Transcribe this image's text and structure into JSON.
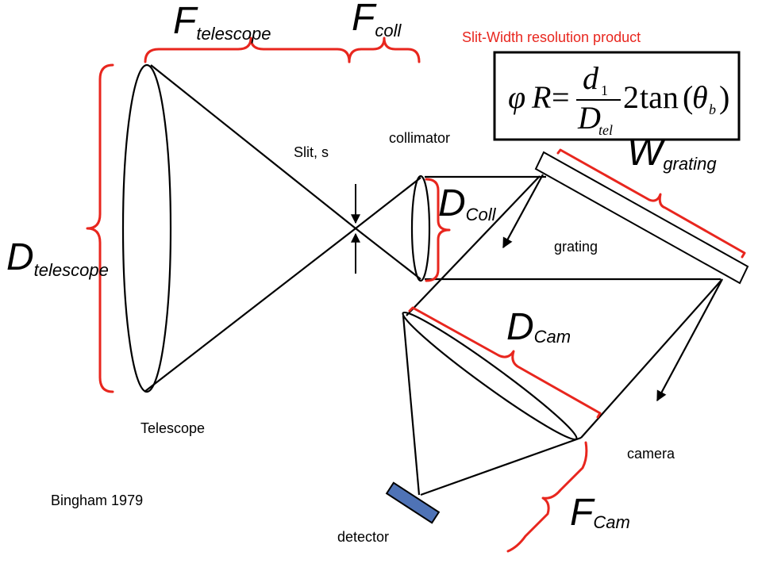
{
  "labels": {
    "slit": "Slit, s",
    "collimator": "collimator",
    "grating": "grating",
    "telescope": "Telescope",
    "camera": "camera",
    "citation": "Bingham 1979",
    "detector": "detector"
  },
  "formula": {
    "title": "Slit-Width resolution product",
    "phi": "φ",
    "R": "R",
    "equals": "=",
    "numerator": "d",
    "num_sub": "1",
    "denom_base": "D",
    "denom_sub": "tel",
    "factor": "2",
    "func": "tan",
    "open": "(",
    "theta": "θ",
    "theta_sub": "b",
    "close": ")"
  },
  "symbols": {
    "f_telescope": {
      "base": "F",
      "sub": "telescope"
    },
    "f_coll": {
      "base": "F",
      "sub": "coll"
    },
    "d_telescope": {
      "base": "D",
      "sub": "telescope"
    },
    "d_coll": {
      "base": "D",
      "sub": "Coll"
    },
    "w_grating": {
      "base": "W",
      "sub": "grating"
    },
    "d_cam": {
      "base": "D",
      "sub": "Cam"
    },
    "f_cam": {
      "base": "F",
      "sub": "Cam"
    }
  },
  "colors": {
    "annotation": "#e8261e",
    "detector_fill": "#4f73b6",
    "ink": "#000000"
  }
}
